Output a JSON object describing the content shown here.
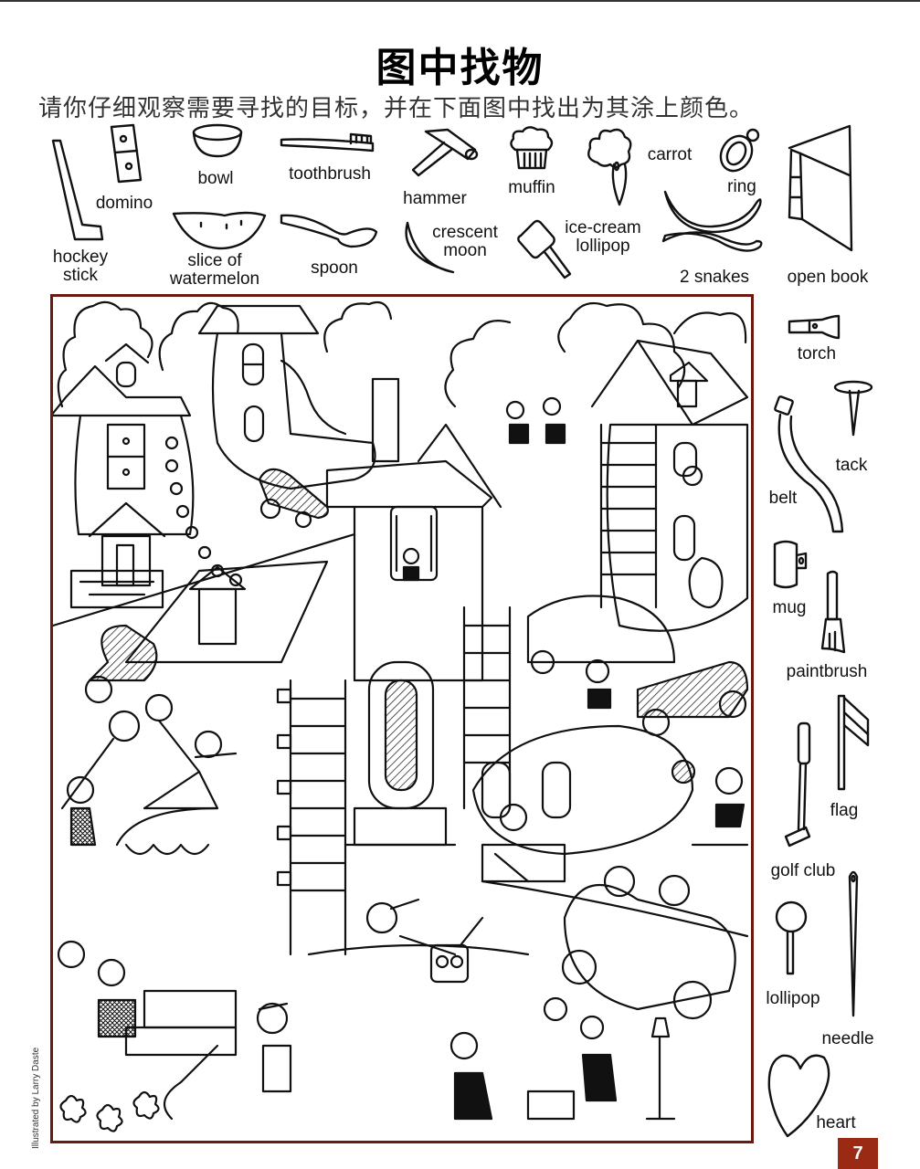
{
  "page": {
    "title": "图中找物",
    "instruction": "请你仔细观察需要寻找的目标，并在下面图中找出为其涂上颜色。",
    "credit": "Illustrated by Larry Daste",
    "page_number": "7"
  },
  "colors": {
    "frame_border": "#6b1a12",
    "page_badge": "#9a2a14",
    "ink": "#111111"
  },
  "targets": {
    "top": [
      {
        "label": "hockey\nstick",
        "line1": "hockey",
        "line2": "stick",
        "icon": "hockey-stick-icon"
      },
      {
        "label": "domino",
        "icon": "domino-icon"
      },
      {
        "label": "bowl",
        "icon": "bowl-icon"
      },
      {
        "label": "slice of watermelon",
        "line1": "slice of",
        "line2": "watermelon",
        "icon": "watermelon-slice-icon"
      },
      {
        "label": "toothbrush",
        "icon": "toothbrush-icon"
      },
      {
        "label": "spoon",
        "icon": "spoon-icon"
      },
      {
        "label": "hammer",
        "icon": "hammer-icon"
      },
      {
        "label": "crescent moon",
        "line1": "crescent",
        "line2": "moon",
        "icon": "crescent-moon-icon"
      },
      {
        "label": "muffin",
        "icon": "muffin-icon"
      },
      {
        "label": "ice-cream lollipop",
        "line1": "ice-cream",
        "line2": "lollipop",
        "icon": "ice-cream-lollipop-icon"
      },
      {
        "label": "carrot",
        "icon": "carrot-icon"
      },
      {
        "label": "ring",
        "icon": "ring-icon"
      },
      {
        "label": "2 snakes",
        "icon": "snakes-icon"
      },
      {
        "label": "open book",
        "icon": "open-book-icon"
      }
    ],
    "side": [
      {
        "label": "torch",
        "icon": "torch-icon"
      },
      {
        "label": "tack",
        "icon": "tack-icon"
      },
      {
        "label": "belt",
        "icon": "belt-icon"
      },
      {
        "label": "mug",
        "icon": "mug-icon"
      },
      {
        "label": "paintbrush",
        "icon": "paintbrush-icon"
      },
      {
        "label": "flag",
        "icon": "flag-icon"
      },
      {
        "label": "golf club",
        "icon": "golf-club-icon"
      },
      {
        "label": "lollipop",
        "icon": "lollipop-icon"
      },
      {
        "label": "needle",
        "icon": "needle-icon"
      },
      {
        "label": "heart",
        "icon": "heart-icon"
      }
    ]
  }
}
